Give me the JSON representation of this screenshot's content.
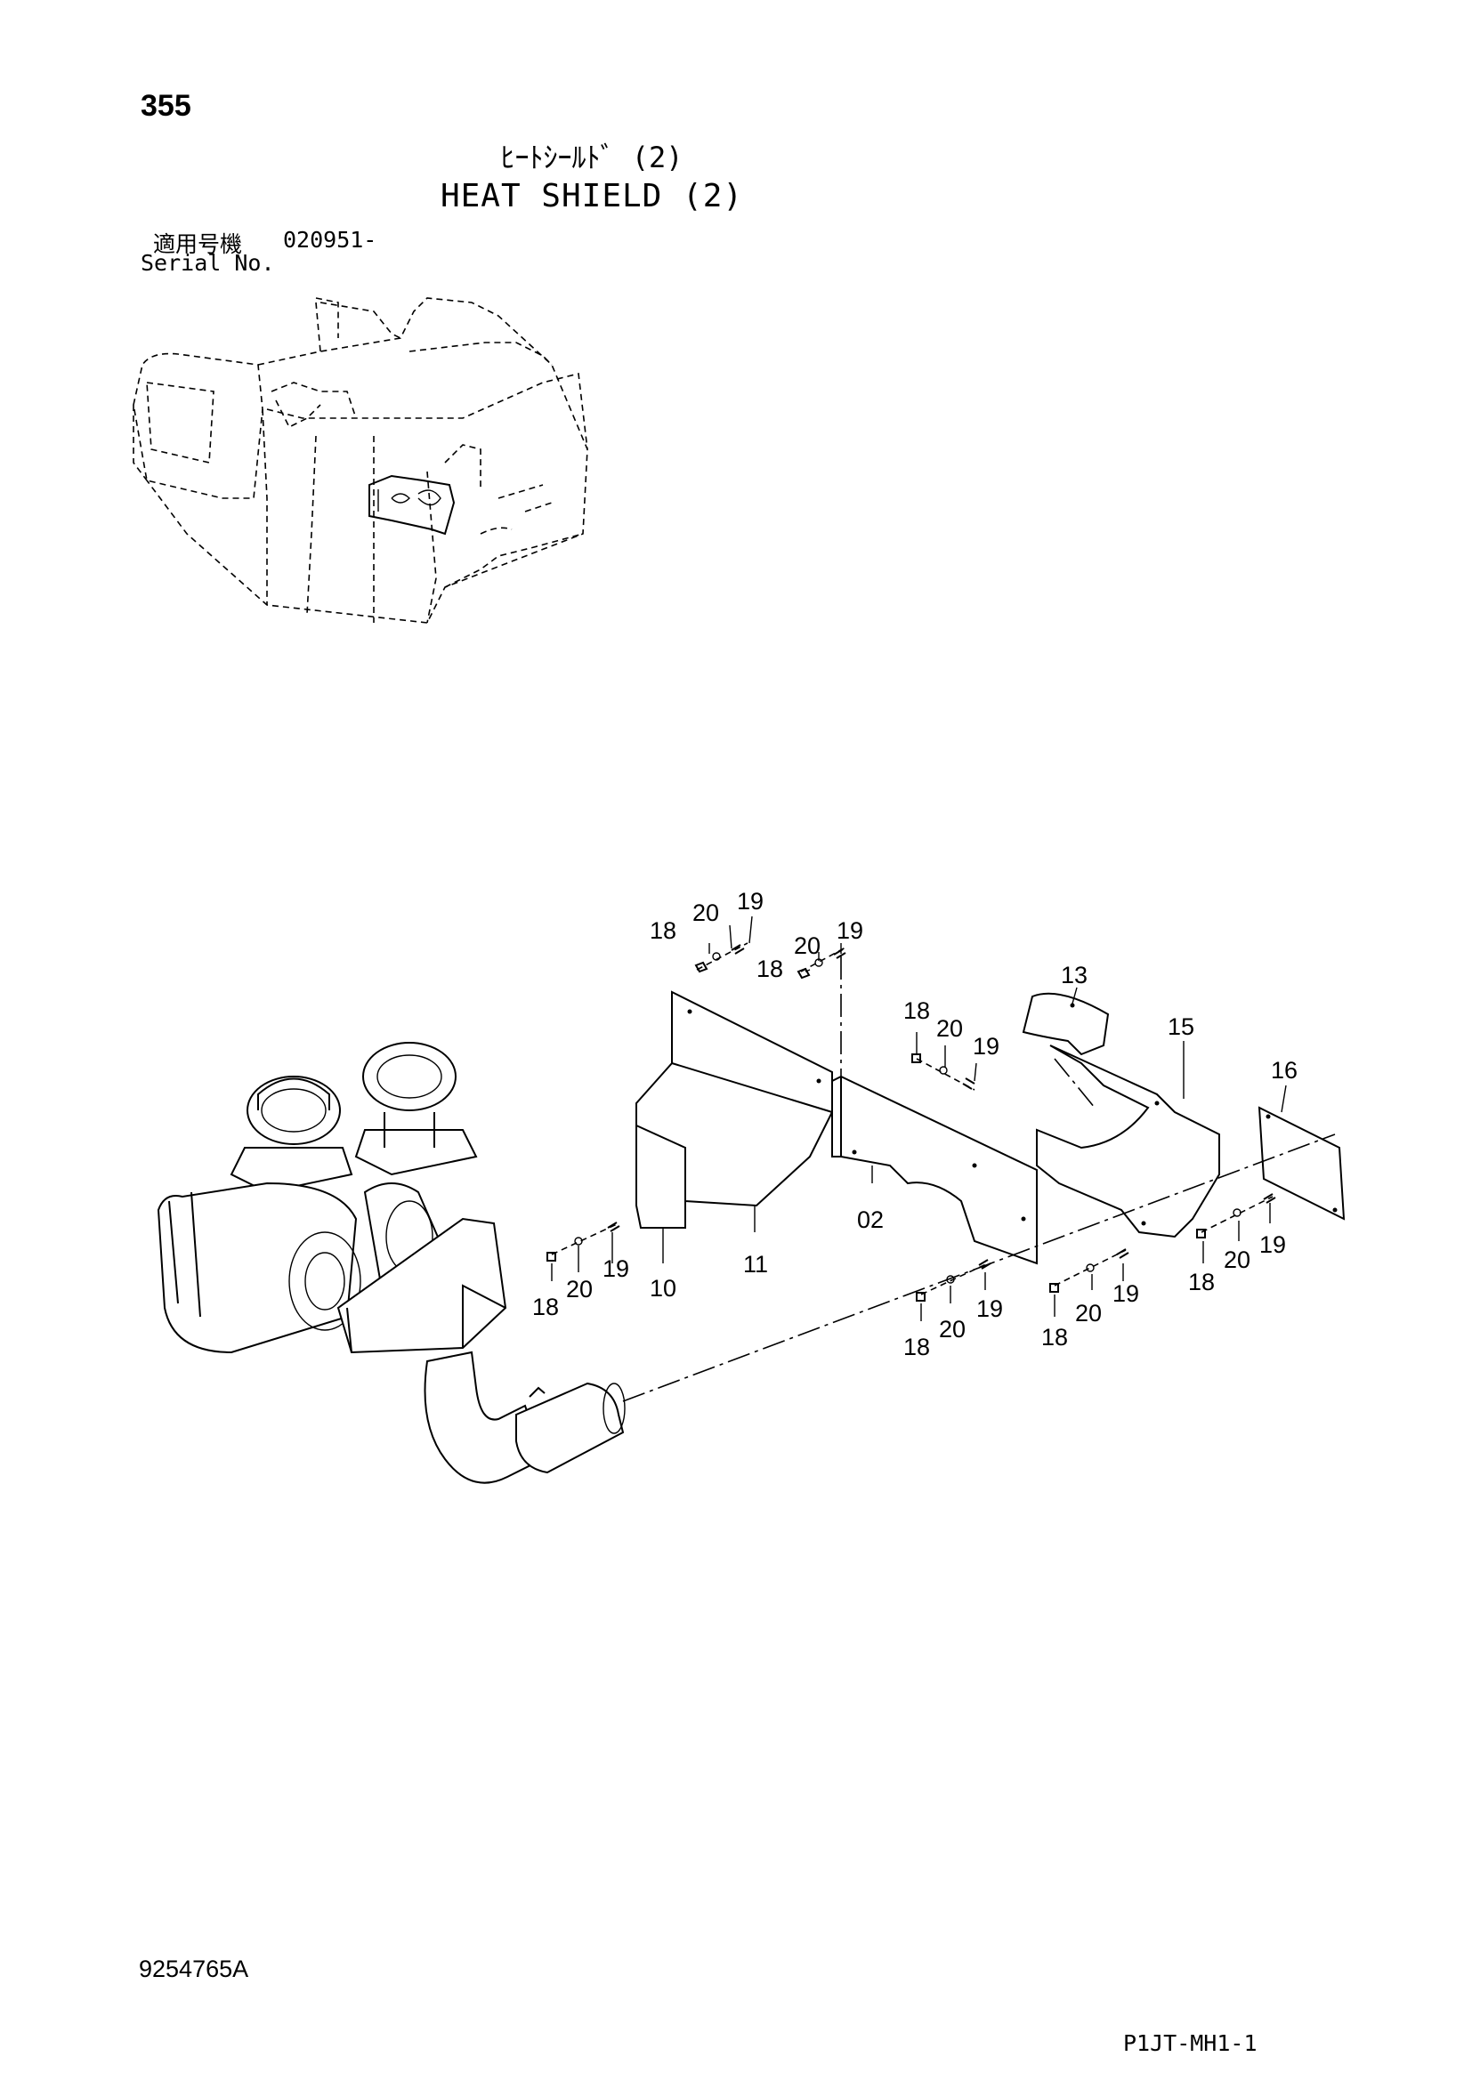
{
  "page_number": "355",
  "title_jp": "ﾋｰﾄｼｰﾙﾄﾞ (2)",
  "title_en": "HEAT SHIELD (2)",
  "serial_label_jp": "適用号機",
  "serial_value": "020951-",
  "serial_label_en": "Serial No.",
  "document_code": "9254765A",
  "page_code": "P1JT-MH1-1",
  "callouts": [
    {
      "id": "c18a",
      "text": "18"
    },
    {
      "id": "c20a",
      "text": "20"
    },
    {
      "id": "c19a",
      "text": "19"
    },
    {
      "id": "c18b",
      "text": "18"
    },
    {
      "id": "c20b",
      "text": "20"
    },
    {
      "id": "c19b",
      "text": "19"
    },
    {
      "id": "c18c",
      "text": "18"
    },
    {
      "id": "c20c",
      "text": "20"
    },
    {
      "id": "c19c",
      "text": "19"
    },
    {
      "id": "c13",
      "text": "13"
    },
    {
      "id": "c15",
      "text": "15"
    },
    {
      "id": "c16",
      "text": "16"
    },
    {
      "id": "c02",
      "text": "02"
    },
    {
      "id": "c11",
      "text": "11"
    },
    {
      "id": "c10",
      "text": "10"
    },
    {
      "id": "c18d",
      "text": "18"
    },
    {
      "id": "c20d",
      "text": "20"
    },
    {
      "id": "c19d",
      "text": "19"
    },
    {
      "id": "c18e",
      "text": "18"
    },
    {
      "id": "c20e",
      "text": "20"
    },
    {
      "id": "c19e",
      "text": "19"
    },
    {
      "id": "c18f",
      "text": "18"
    },
    {
      "id": "c20f",
      "text": "20"
    },
    {
      "id": "c19f",
      "text": "19"
    },
    {
      "id": "c18g",
      "text": "18"
    },
    {
      "id": "c20g",
      "text": "20"
    },
    {
      "id": "c19g",
      "text": "19"
    }
  ]
}
